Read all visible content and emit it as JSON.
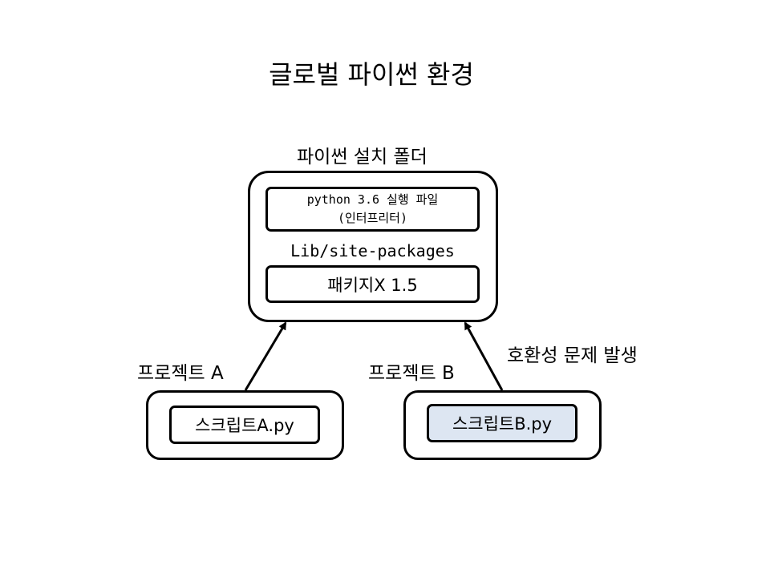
{
  "title": "글로벌 파이썬 환경",
  "install_folder": {
    "label": "파이썬 설치 폴더",
    "interpreter_line1": "python 3.6 실행 파일",
    "interpreter_line2": "(인터프리터)",
    "lib_label": "Lib/site-packages",
    "package": "패키지X 1.5"
  },
  "project_a": {
    "label": "프로젝트 A",
    "script": "스크립트A.py"
  },
  "project_b": {
    "label": "프로젝트 B",
    "script": "스크립트B.py",
    "highlight_color": "#dde6f2"
  },
  "conflict_label": "호환성 문제 발생"
}
